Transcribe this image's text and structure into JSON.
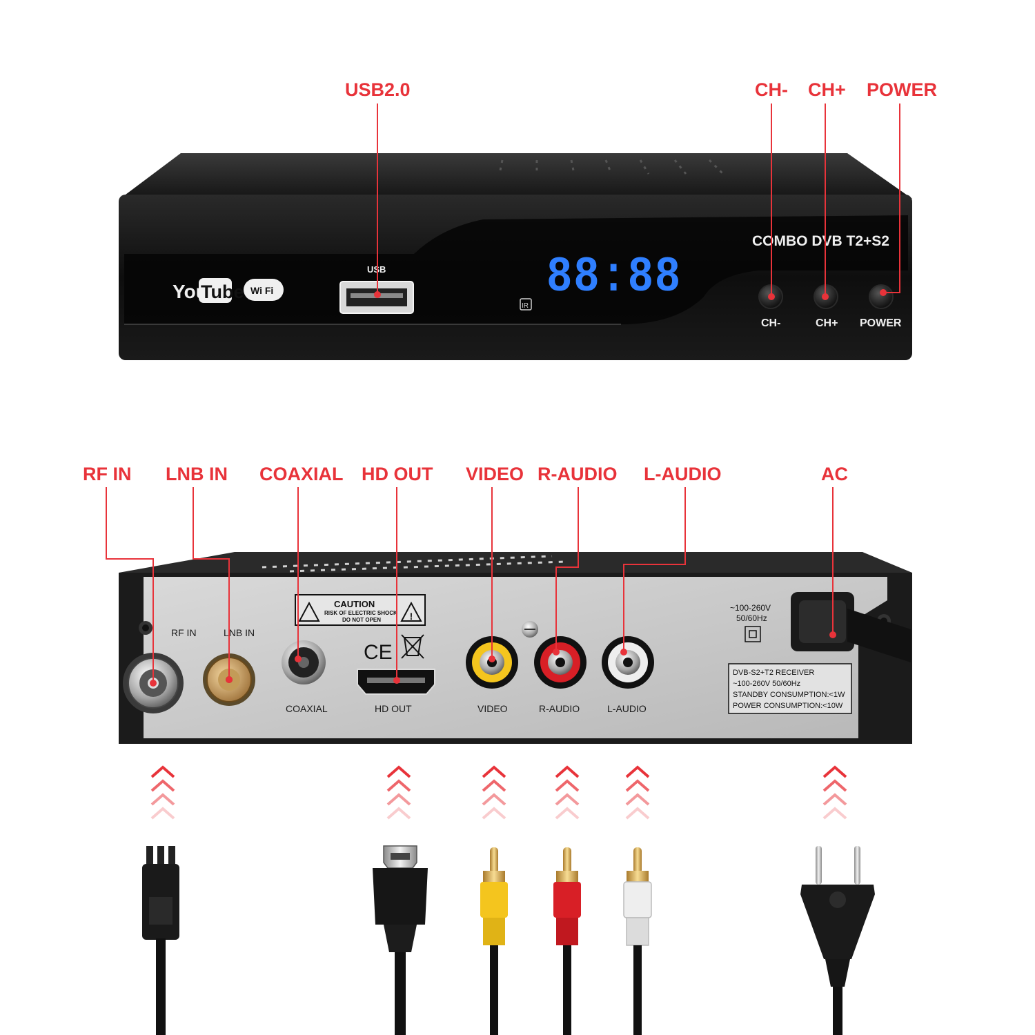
{
  "front": {
    "callouts": {
      "usb": "USB2.0",
      "ch_minus": "CH-",
      "ch_plus": "CH+",
      "power": "POWER"
    },
    "usb_label": "USB",
    "display": "88:88",
    "ir_label": "IR",
    "brand": "COMBO  DVB T2+S2",
    "youtube_you": "You",
    "youtube_tube": "Tube",
    "wifi": "Wi Fi",
    "buttons": [
      "CH-",
      "CH+",
      "POWER"
    ]
  },
  "back": {
    "callouts": {
      "rf_in": "RF IN",
      "lnb_in": "LNB IN",
      "coaxial": "COAXIAL",
      "hd_out": "HD OUT",
      "video": "VIDEO",
      "r_audio": "R-AUDIO",
      "l_audio": "L-AUDIO",
      "ac": "AC"
    },
    "port_labels": {
      "rf_in": "RF IN",
      "lnb_in": "LNB IN",
      "coaxial": "COAXIAL",
      "hd_out": "HD OUT",
      "video": "VIDEO",
      "r_audio": "R-AUDIO",
      "l_audio": "L-AUDIO"
    },
    "caution": {
      "title": "CAUTION",
      "line1": "RISK OF ELECTRIC SHOCK",
      "line2": "DO NOT OPEN"
    },
    "ce_mark": "CE",
    "voltage": {
      "line1": "~100-260V",
      "line2": "50/60Hz"
    },
    "spec": [
      "DVB-S2+T2 RECEIVER",
      "~100-260V 50/60Hz",
      "STANDBY CONSUMPTION:<1W",
      "POWER CONSUMPTION:<10W"
    ]
  },
  "colors": {
    "accent": "#e8333a",
    "display_blue": "#2f7fff",
    "rca_yellow": "#f4c51e",
    "rca_red": "#d81f26",
    "rca_white": "#eeeeee"
  },
  "cables": [
    "rf-plug-icon",
    "hdmi-plug-icon",
    "rca-yellow-plug-icon",
    "rca-red-plug-icon",
    "rca-white-plug-icon",
    "eu-power-plug-icon"
  ]
}
